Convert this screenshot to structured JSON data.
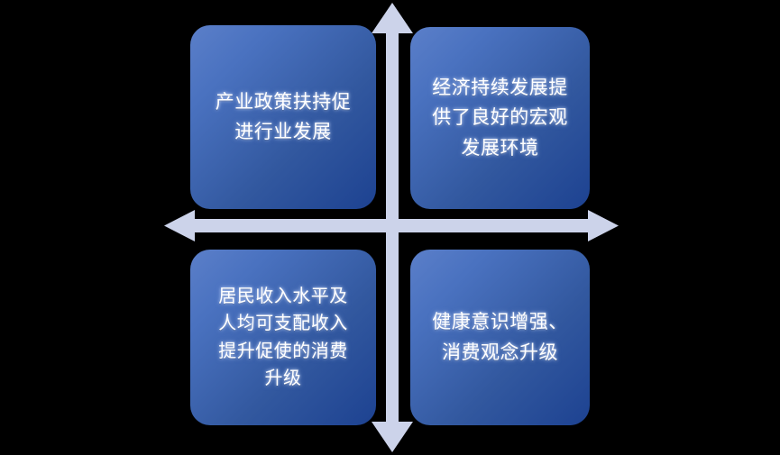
{
  "diagram": {
    "type": "four-quadrant-matrix",
    "background_color": "#000000",
    "arrow_color": "#ccd3ea",
    "box_gradient_from": "#5b7fc9",
    "box_gradient_to": "#1d4291",
    "text_color": "#ffffff",
    "axes": {
      "vertical_arrow_name": "vertical-double-arrow",
      "horizontal_arrow_name": "horizontal-double-arrow"
    },
    "quadrants": [
      {
        "position": "top-left",
        "text": "产业政策扶持促\n进行业发展"
      },
      {
        "position": "top-right",
        "text": "经济持续发展提\n供了良好的宏观\n发展环境"
      },
      {
        "position": "bottom-left",
        "text": "居民收入水平及\n人均可支配收入\n提升促使的消费\n升级"
      },
      {
        "position": "bottom-right",
        "text": "健康意识增强、\n消费观念升级"
      }
    ]
  }
}
